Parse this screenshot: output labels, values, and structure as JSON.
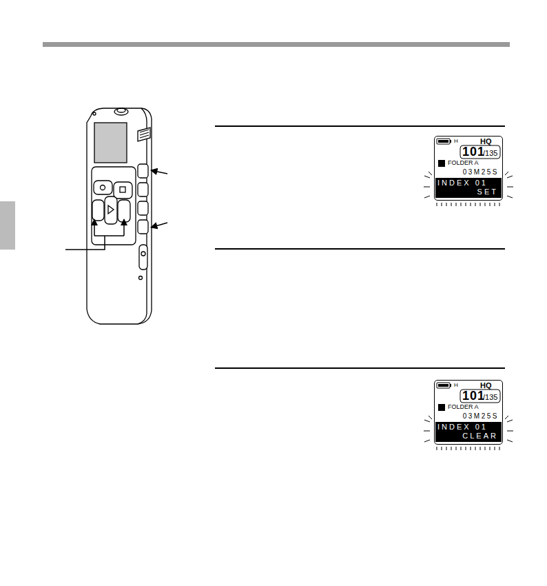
{
  "diagram": {
    "nodes": [
      {
        "text": [
          "H",
          "HQ",
          "101",
          "/135",
          "FOLDER A",
          "03M25S"
        ]
      },
      {
        "text": [
          "INDEX 01",
          "SET"
        ],
        "in": 0
      },
      {
        "text": [
          "H",
          "HQ",
          "101",
          "/135",
          "FOLDER A",
          "03M25S"
        ]
      },
      {
        "text": [
          "INDEX 01",
          "CLEAR"
        ],
        "in": 2
      }
    ]
  }
}
